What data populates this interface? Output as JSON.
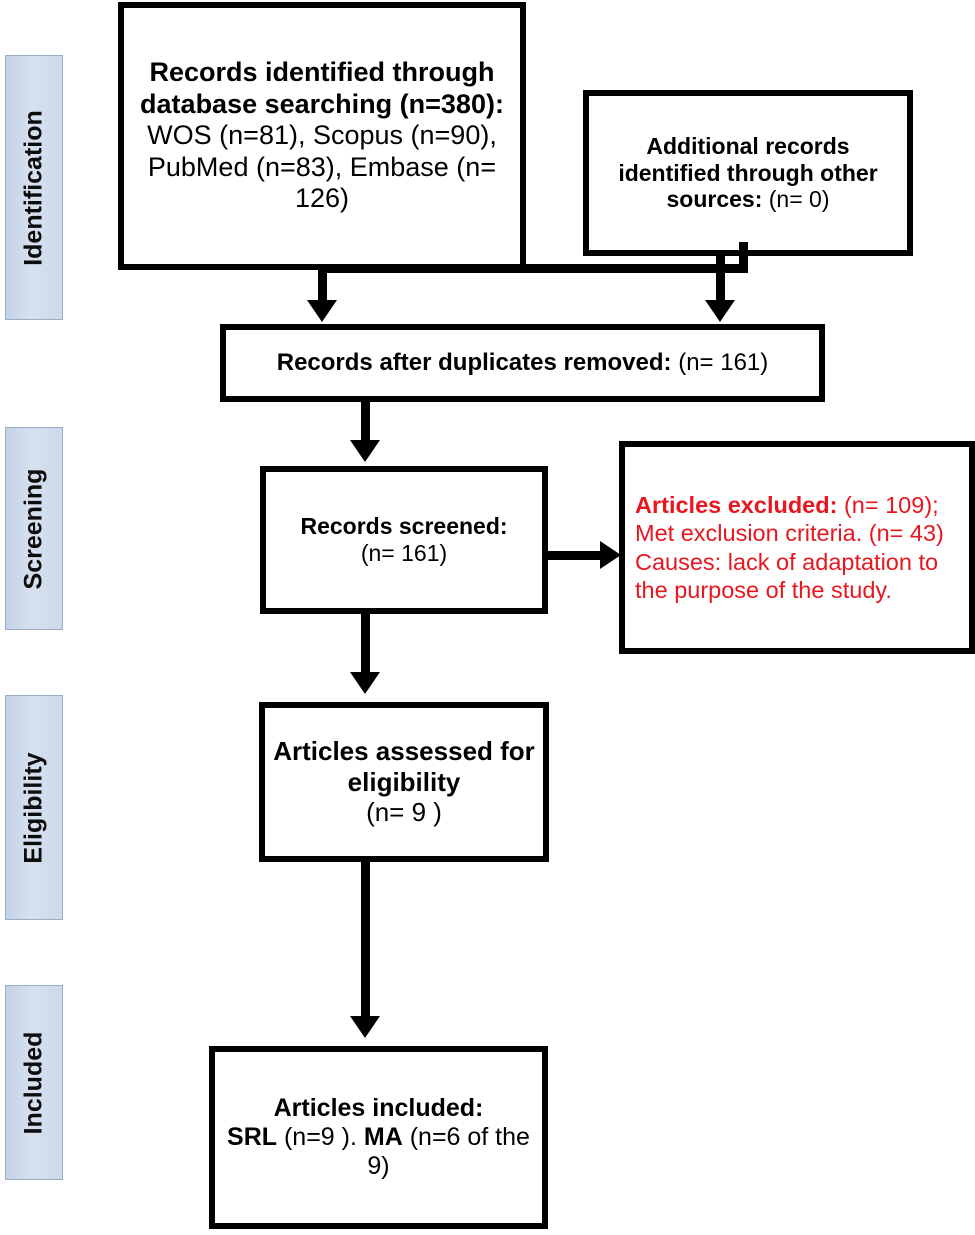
{
  "diagram": {
    "title": "PRISMA flow diagram",
    "accent_red": "#e8161f",
    "line_color": "#000000",
    "stage_band_fill": "#cdd9ea",
    "stage_band_border": "#9badc6"
  },
  "stages": [
    {
      "label": "Identification"
    },
    {
      "label": "Screening"
    },
    {
      "label": "Eligibility"
    },
    {
      "label": "Included"
    }
  ],
  "boxes": {
    "identified": {
      "bold": "Records identified through database searching  (n=380):",
      "regular": " WOS (n=81), Scopus (n=90), PubMed (n=83), Embase (n= 126)"
    },
    "additional": {
      "bold": "Additional records identified through other sources:",
      "regular": " (n= 0)"
    },
    "duplicates": {
      "bold": "Records after duplicates removed:",
      "regular": " (n= 161)"
    },
    "screened": {
      "bold": "Records screened:",
      "regular": "(n= 161)"
    },
    "excluded": {
      "bold": "Articles excluded:",
      "regular": " (n= 109); Met exclusion criteria. (n= 43) Causes: lack of adaptation to the purpose of the study."
    },
    "eligibility": {
      "bold": "Articles assessed for eligibility",
      "regular": "(n= 9 )"
    },
    "included": {
      "bold_1": "Articles included:",
      "bold_2": "SRL",
      "regular_1": " (n=9 ). ",
      "bold_3": "MA",
      "regular_2": " (n=6 of the 9)"
    }
  },
  "counts": {
    "records_identified_total": 380,
    "wos": 81,
    "scopus": 90,
    "pubmed": 83,
    "embase": 126,
    "additional_records": 0,
    "after_duplicates": 161,
    "records_screened": 161,
    "articles_excluded": 109,
    "met_exclusion_criteria": 43,
    "assessed_for_eligibility": 9,
    "included_srl": 9,
    "included_ma": 6
  }
}
